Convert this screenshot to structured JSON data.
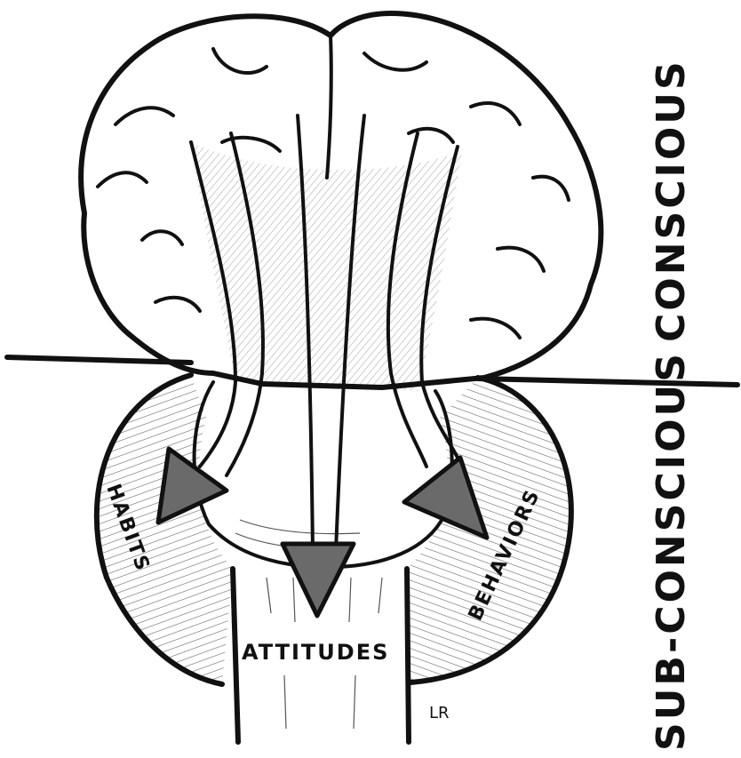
{
  "labels": {
    "left_lobe": "HABITS",
    "stem": "ATTITUDES",
    "right_lobe": "BEHAVIORS",
    "upper_zone": "CONSCIOUS",
    "lower_zone": "SUB-CONSCIOUS",
    "signature": "LR"
  },
  "colors": {
    "ink": "#111111",
    "arrow_fill": "#6a6a6a",
    "background": "#ffffff"
  }
}
